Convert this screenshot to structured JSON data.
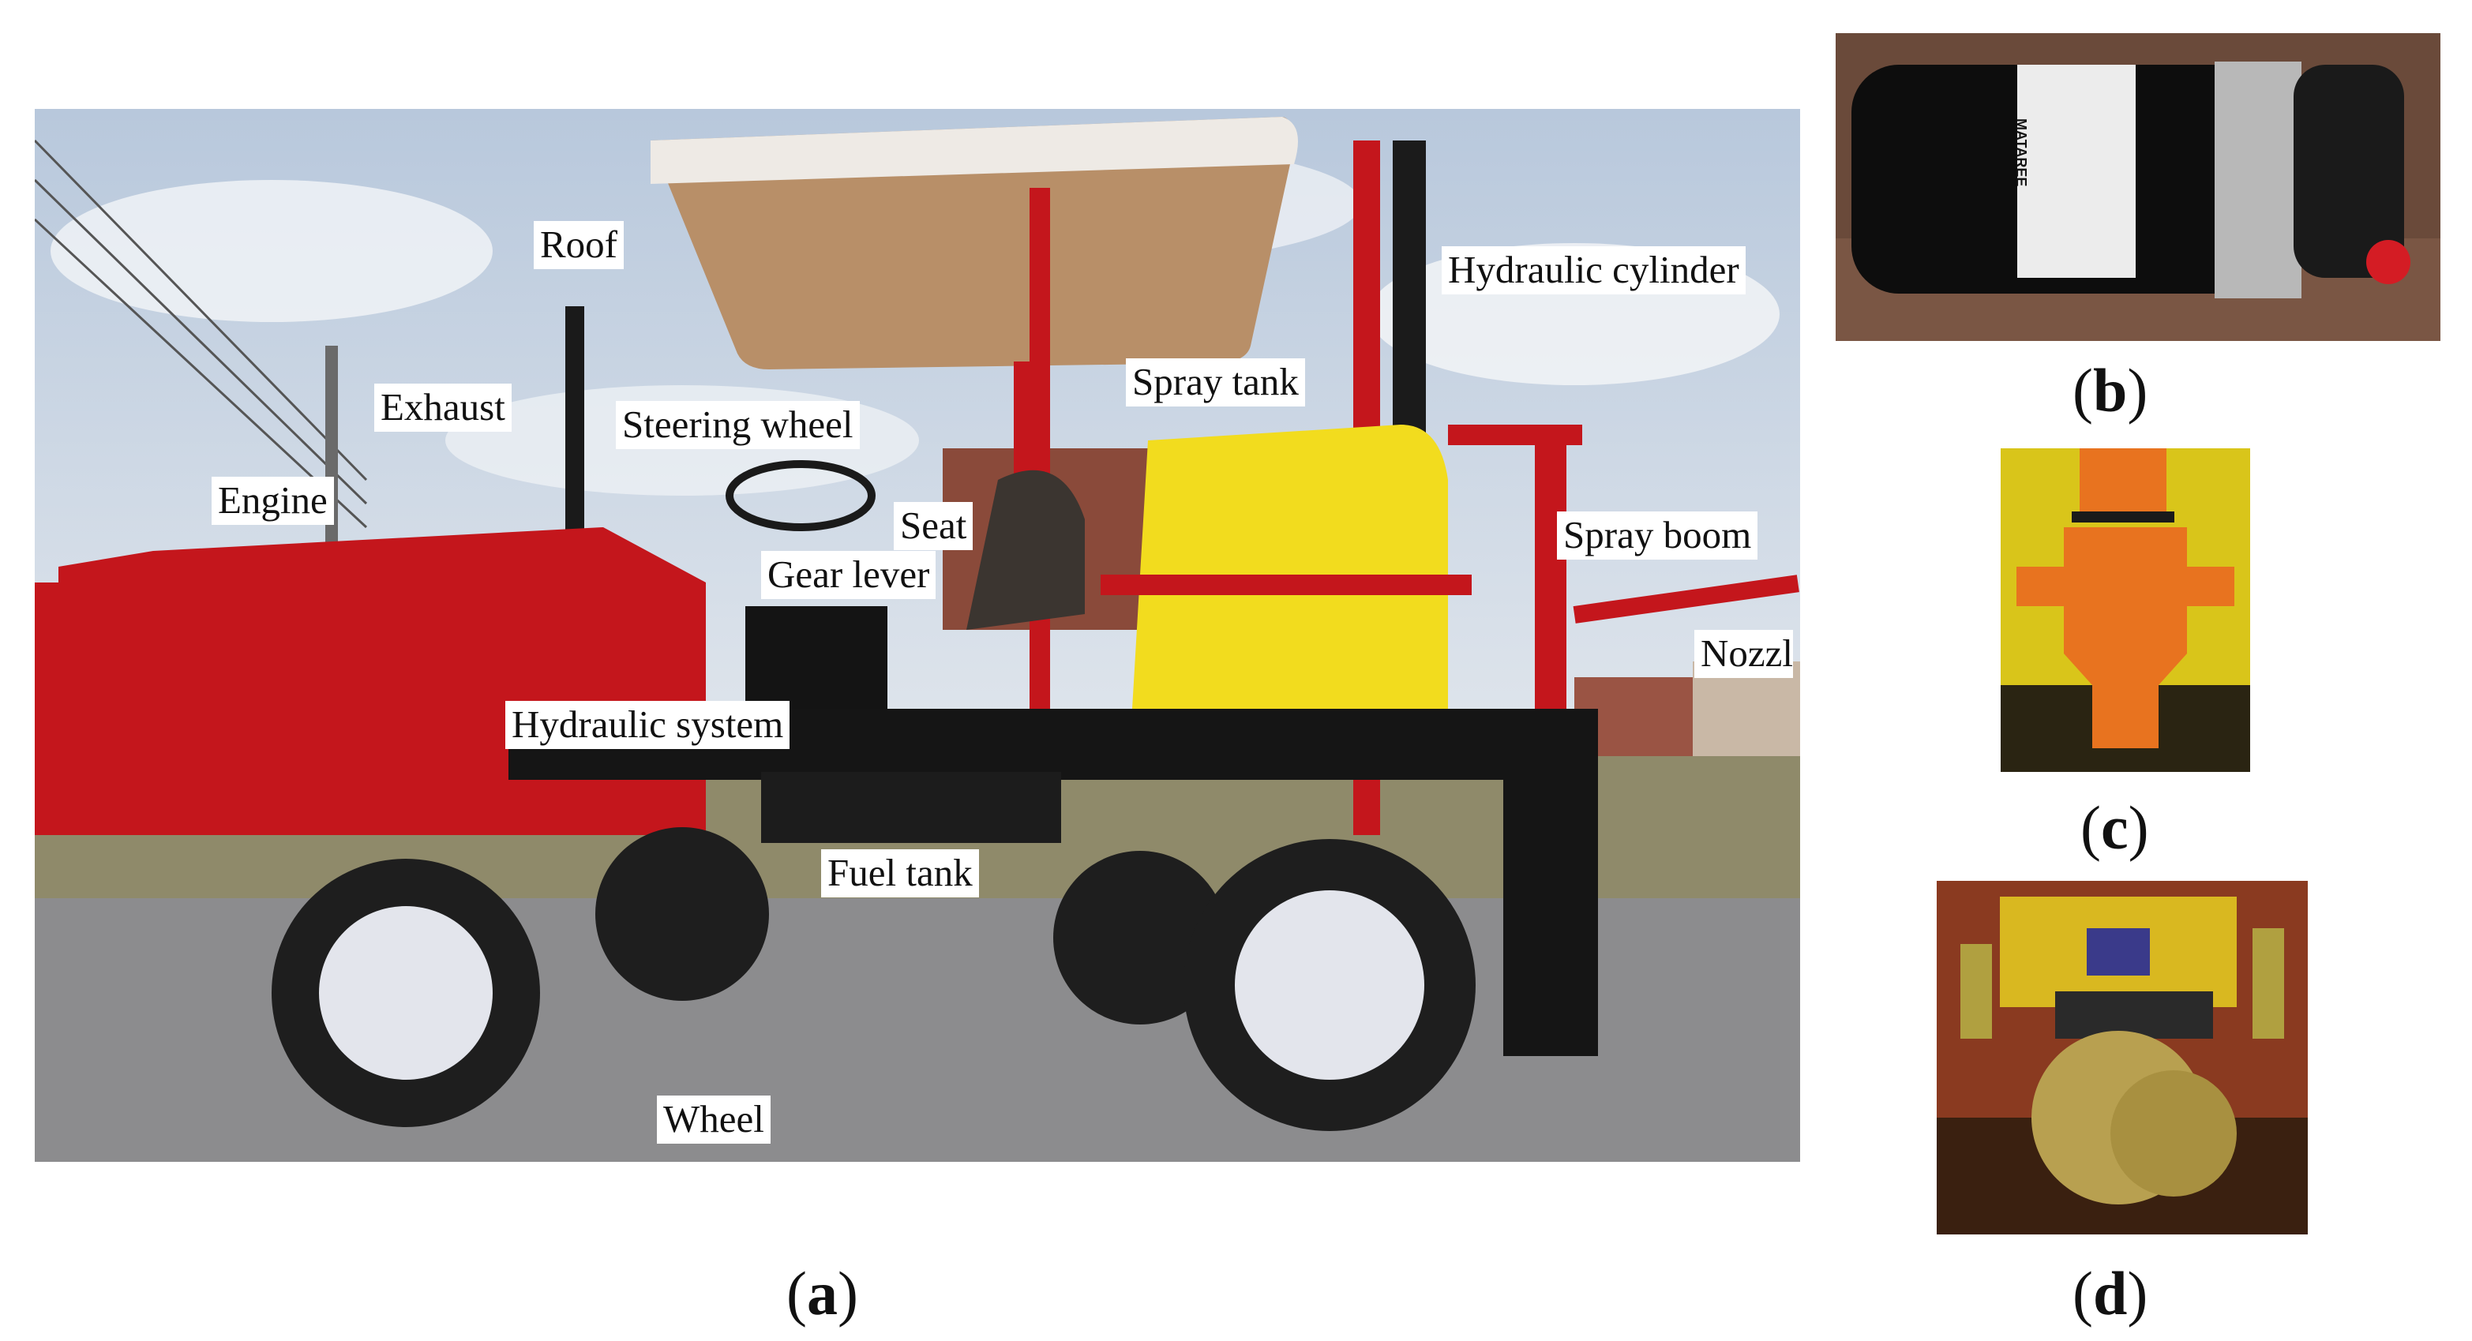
{
  "panel_a": {
    "caption_letter": "a",
    "labels": {
      "roof": "Roof",
      "hydraulic_cylinder": "Hydraulic cylinder",
      "exhaust": "Exhaust",
      "steering_wheel": "Steering wheel",
      "spray_tank": "Spray tank",
      "engine": "Engine",
      "seat": "Seat",
      "gear_lever": "Gear lever",
      "spray_boom": "Spray boom",
      "nozzle": "Nozzl",
      "hydraulic_system": "Hydraulic system",
      "fuel_tank": "Fuel tank",
      "wheel": "Wheel"
    }
  },
  "panel_b": {
    "caption_letter": "b",
    "pump_brand": "MATAREE"
  },
  "panel_c": {
    "caption_letter": "c"
  },
  "panel_d": {
    "caption_letter": "d"
  },
  "colors": {
    "body_red": "#c4161c",
    "tank_yellow": "#f2dc1e",
    "nozzle_orange": "#e8731f",
    "chassis_black": "#151515"
  }
}
